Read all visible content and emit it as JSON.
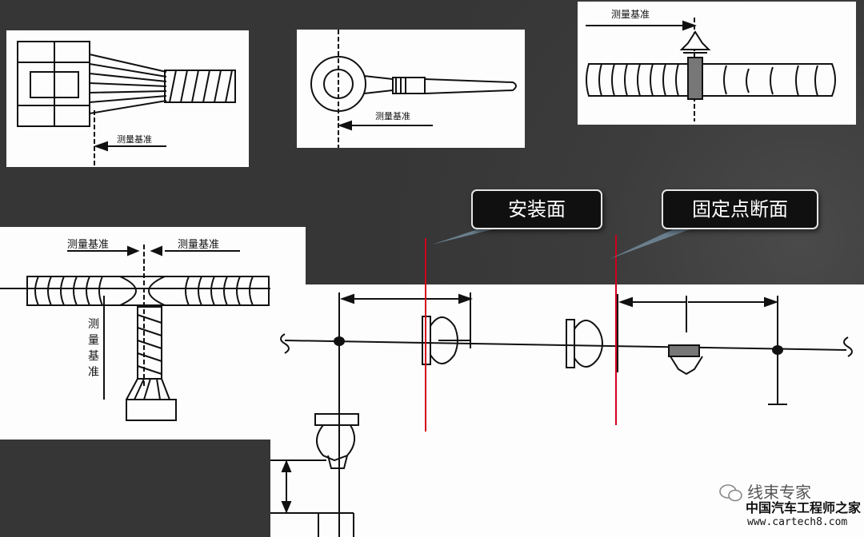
{
  "panels": {
    "connector": {
      "label": "测量基准"
    },
    "ring_terminal": {
      "label": "测量基准"
    },
    "clip_tape": {
      "label": "测量基准"
    },
    "branch": {
      "label_left": "测量基准",
      "label_right": "测量基准",
      "label_vertical": [
        "测",
        "量",
        "基",
        "准"
      ]
    }
  },
  "callouts": {
    "mounting_surface": "安装面",
    "fixing_point_section": "固定点断面"
  },
  "watermark": {
    "wechat_name": "线束专家",
    "site_name": "中国汽车工程师之家",
    "url": "www.cartech8.com"
  },
  "colors": {
    "reference_line": "#d0021b",
    "callout_bg": "#101010"
  }
}
